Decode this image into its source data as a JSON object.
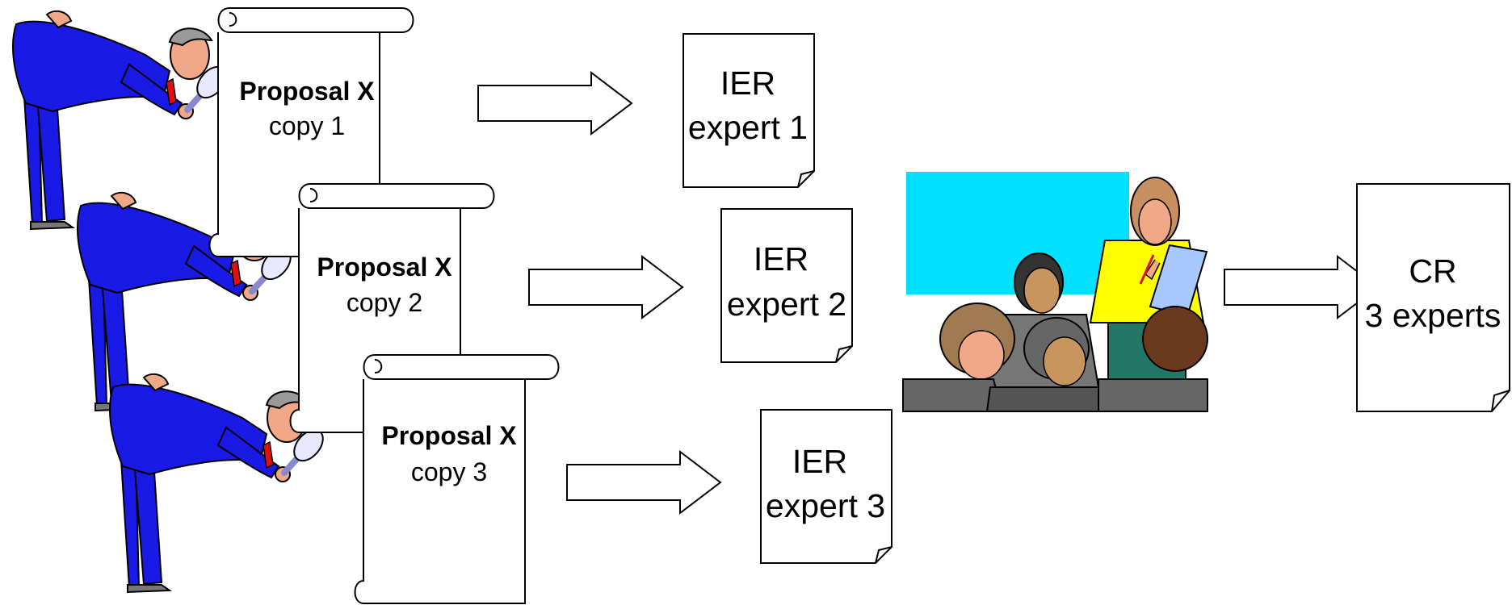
{
  "colors": {
    "suit": "#1a1ae6",
    "skin": "#f0a888",
    "hair": "#9a9a9a",
    "tie": "#e01010",
    "whiteboard": "#00e0ff",
    "blouse": "#ffff00",
    "paper": "#a8c8ff",
    "dark_suit": "#666666",
    "outline": "#000000"
  },
  "icons": {
    "inspector": "man-with-magnifying-glass",
    "meeting": "meeting-clipart",
    "arrow": "hollow-right-arrow",
    "scroll": "paper-scroll",
    "page": "page-with-folded-corner"
  },
  "proposals": [
    {
      "title": "Proposal X",
      "copy": "copy 1"
    },
    {
      "title": "Proposal X",
      "copy": "copy 2"
    },
    {
      "title": "Proposal X",
      "copy": "copy 3"
    }
  ],
  "iers": [
    {
      "line1": "IER",
      "line2": "expert 1"
    },
    {
      "line1": "IER",
      "line2": "expert 2"
    },
    {
      "line1": "IER",
      "line2": "expert 3"
    }
  ],
  "cr": {
    "line1": "CR",
    "line2": "3 experts"
  }
}
